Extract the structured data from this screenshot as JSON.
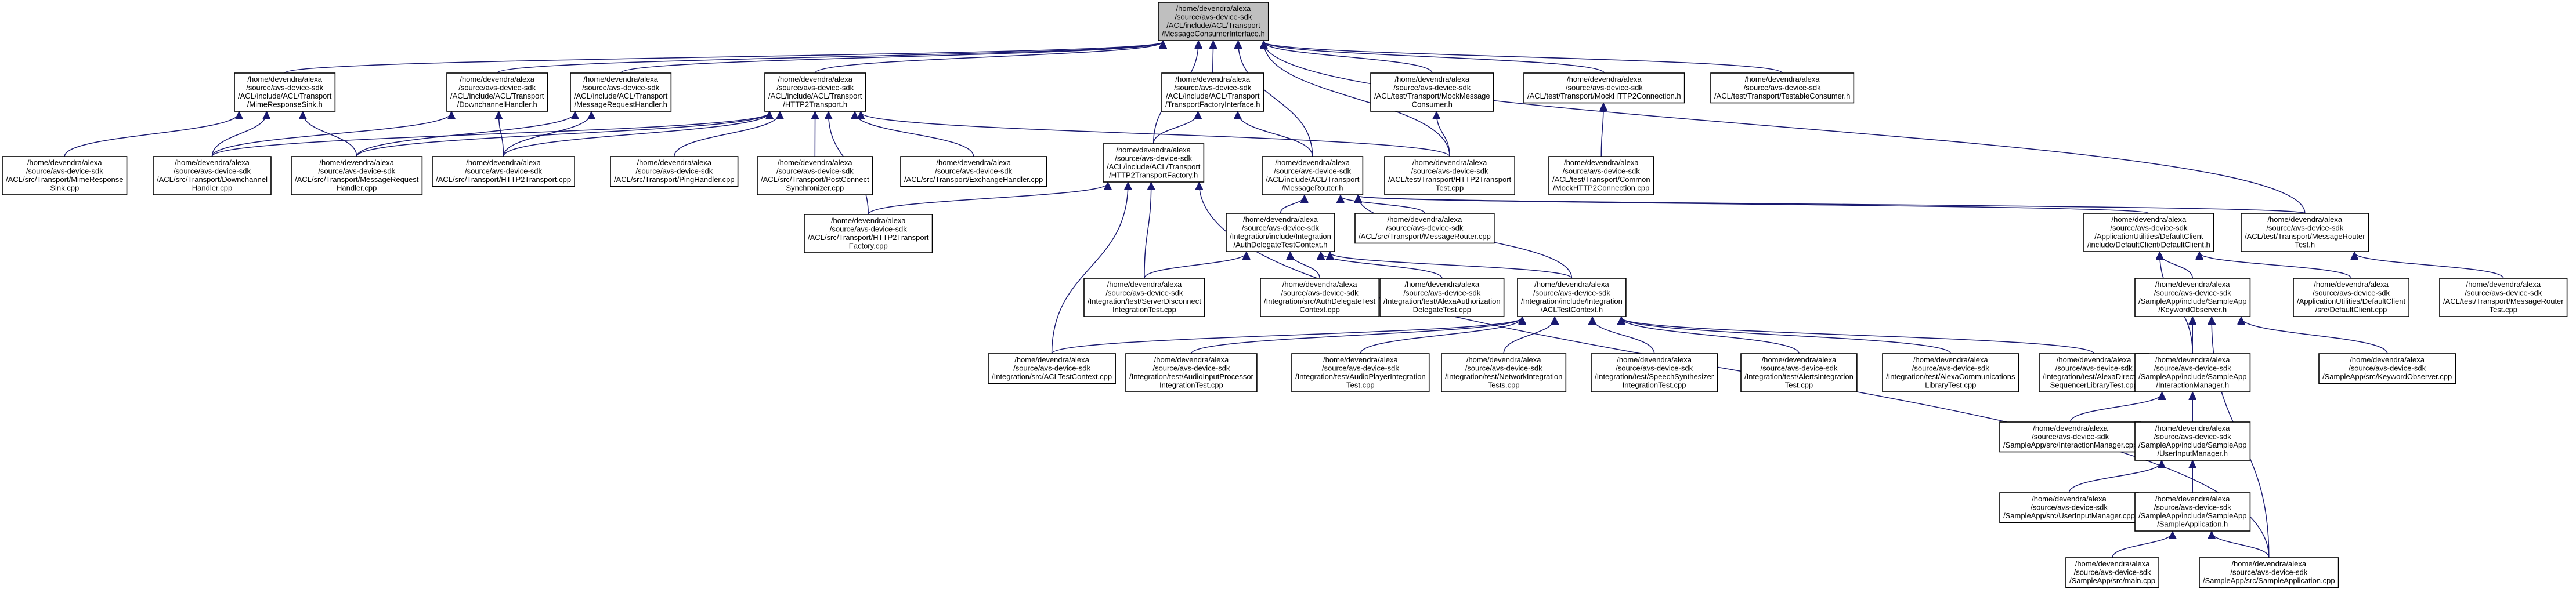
{
  "graph": {
    "root": "root",
    "nodes": [
      {
        "id": "root",
        "lines": [
          "/home/devendra/alexa",
          "/source/avs-device-sdk",
          "/ACL/include/ACL/Transport",
          "/MessageConsumerInterface.h"
        ],
        "root": true
      },
      {
        "id": "mimeH",
        "lines": [
          "/home/devendra/alexa",
          "/source/avs-device-sdk",
          "/ACL/include/ACL/Transport",
          "/MimeResponseSink.h"
        ]
      },
      {
        "id": "downH",
        "lines": [
          "/home/devendra/alexa",
          "/source/avs-device-sdk",
          "/ACL/include/ACL/Transport",
          "/DownchannelHandler.h"
        ]
      },
      {
        "id": "mrhH",
        "lines": [
          "/home/devendra/alexa",
          "/source/avs-device-sdk",
          "/ACL/include/ACL/Transport",
          "/MessageRequestHandler.h"
        ]
      },
      {
        "id": "http2H",
        "lines": [
          "/home/devendra/alexa",
          "/source/avs-device-sdk",
          "/ACL/include/ACL/Transport",
          "/HTTP2Transport.h"
        ]
      },
      {
        "id": "tfiH",
        "lines": [
          "/home/devendra/alexa",
          "/source/avs-device-sdk",
          "/ACL/include/ACL/Transport",
          "/TransportFactoryInterface.h"
        ]
      },
      {
        "id": "mockMCH",
        "lines": [
          "/home/devendra/alexa",
          "/source/avs-device-sdk",
          "/ACL/test/Transport/MockMessage",
          "Consumer.h"
        ]
      },
      {
        "id": "mockH2CH",
        "lines": [
          "/home/devendra/alexa",
          "/source/avs-device-sdk",
          "/ACL/test/Transport/MockHTTP2Connection.h"
        ]
      },
      {
        "id": "testConsH",
        "lines": [
          "/home/devendra/alexa",
          "/source/avs-device-sdk",
          "/ACL/test/Transport/TestableConsumer.h"
        ]
      },
      {
        "id": "mimeCpp",
        "lines": [
          "/home/devendra/alexa",
          "/source/avs-device-sdk",
          "/ACL/src/Transport/MimeResponse",
          "Sink.cpp"
        ]
      },
      {
        "id": "downCpp",
        "lines": [
          "/home/devendra/alexa",
          "/source/avs-device-sdk",
          "/ACL/src/Transport/Downchannel",
          "Handler.cpp"
        ]
      },
      {
        "id": "mrhCpp",
        "lines": [
          "/home/devendra/alexa",
          "/source/avs-device-sdk",
          "/ACL/src/Transport/MessageRequest",
          "Handler.cpp"
        ]
      },
      {
        "id": "http2Cpp",
        "lines": [
          "/home/devendra/alexa",
          "/source/avs-device-sdk",
          "/ACL/src/Transport/HTTP2Transport.cpp"
        ]
      },
      {
        "id": "pingCpp",
        "lines": [
          "/home/devendra/alexa",
          "/source/avs-device-sdk",
          "/ACL/src/Transport/PingHandler.cpp"
        ]
      },
      {
        "id": "pcsCpp",
        "lines": [
          "/home/devendra/alexa",
          "/source/avs-device-sdk",
          "/ACL/src/Transport/PostConnect",
          "Synchronizer.cpp"
        ]
      },
      {
        "id": "exCpp",
        "lines": [
          "/home/devendra/alexa",
          "/source/avs-device-sdk",
          "/ACL/src/Transport/ExchangeHandler.cpp"
        ]
      },
      {
        "id": "h2tfH",
        "lines": [
          "/home/devendra/alexa",
          "/source/avs-device-sdk",
          "/ACL/include/ACL/Transport",
          "/HTTP2TransportFactory.h"
        ]
      },
      {
        "id": "mrH",
        "lines": [
          "/home/devendra/alexa",
          "/source/avs-device-sdk",
          "/ACL/include/ACL/Transport",
          "/MessageRouter.h"
        ]
      },
      {
        "id": "h2TestCpp",
        "lines": [
          "/home/devendra/alexa",
          "/source/avs-device-sdk",
          "/ACL/test/Transport/HTTP2Transport",
          "Test.cpp"
        ]
      },
      {
        "id": "mockConnCpp",
        "lines": [
          "/home/devendra/alexa",
          "/source/avs-device-sdk",
          "/ACL/test/Transport/Common",
          "/MockHTTP2Connection.cpp"
        ]
      },
      {
        "id": "h2tfCpp",
        "lines": [
          "/home/devendra/alexa",
          "/source/avs-device-sdk",
          "/ACL/src/Transport/HTTP2Transport",
          "Factory.cpp"
        ]
      },
      {
        "id": "adtcH",
        "lines": [
          "/home/devendra/alexa",
          "/source/avs-device-sdk",
          "/Integration/include/Integration",
          "/AuthDelegateTestContext.h"
        ]
      },
      {
        "id": "mrCpp",
        "lines": [
          "/home/devendra/alexa",
          "/source/avs-device-sdk",
          "/ACL/src/Transport/MessageRouter.cpp"
        ]
      },
      {
        "id": "dcH",
        "lines": [
          "/home/devendra/alexa",
          "/source/avs-device-sdk",
          "/ApplicationUtilities/DefaultClient",
          "/include/DefaultClient/DefaultClient.h"
        ]
      },
      {
        "id": "mrTestH",
        "lines": [
          "/home/devendra/alexa",
          "/source/avs-device-sdk",
          "/ACL/test/Transport/MessageRouter",
          "Test.h"
        ]
      },
      {
        "id": "sdiCpp",
        "lines": [
          "/home/devendra/alexa",
          "/source/avs-device-sdk",
          "/Integration/test/ServerDisconnect",
          "IntegrationTest.cpp"
        ]
      },
      {
        "id": "adtCpp",
        "lines": [
          "/home/devendra/alexa",
          "/source/avs-device-sdk",
          "/Integration/src/AuthDelegateTest",
          "Context.cpp"
        ]
      },
      {
        "id": "aadtCpp",
        "lines": [
          "/home/devendra/alexa",
          "/source/avs-device-sdk",
          "/Integration/test/AlexaAuthorization",
          "DelegateTest.cpp"
        ]
      },
      {
        "id": "acltcH",
        "lines": [
          "/home/devendra/alexa",
          "/source/avs-device-sdk",
          "/Integration/include/Integration",
          "/ACLTestContext.h"
        ]
      },
      {
        "id": "koH",
        "lines": [
          "/home/devendra/alexa",
          "/source/avs-device-sdk",
          "/SampleApp/include/SampleApp",
          "/KeywordObserver.h"
        ]
      },
      {
        "id": "dcCpp",
        "lines": [
          "/home/devendra/alexa",
          "/source/avs-device-sdk",
          "/ApplicationUtilities/DefaultClient",
          "/src/DefaultClient.cpp"
        ]
      },
      {
        "id": "mrTestCpp",
        "lines": [
          "/home/devendra/alexa",
          "/source/avs-device-sdk",
          "/ACL/test/Transport/MessageRouter",
          "Test.cpp"
        ]
      },
      {
        "id": "acltcCpp",
        "lines": [
          "/home/devendra/alexa",
          "/source/avs-device-sdk",
          "/Integration/src/ACLTestContext.cpp"
        ]
      },
      {
        "id": "apiCpp",
        "lines": [
          "/home/devendra/alexa",
          "/source/avs-device-sdk",
          "/Integration/test/AudioInputProcessor",
          "IntegrationTest.cpp"
        ]
      },
      {
        "id": "apCpp",
        "lines": [
          "/home/devendra/alexa",
          "/source/avs-device-sdk",
          "/Integration/test/AudioPlayerIntegration",
          "Test.cpp"
        ]
      },
      {
        "id": "netCpp",
        "lines": [
          "/home/devendra/alexa",
          "/source/avs-device-sdk",
          "/Integration/test/NetworkIntegration",
          "Tests.cpp"
        ]
      },
      {
        "id": "ssCpp",
        "lines": [
          "/home/devendra/alexa",
          "/source/avs-device-sdk",
          "/Integration/test/SpeechSynthesizer",
          "IntegrationTest.cpp"
        ]
      },
      {
        "id": "alCpp",
        "lines": [
          "/home/devendra/alexa",
          "/source/avs-device-sdk",
          "/Integration/test/AlertsIntegration",
          "Test.cpp"
        ]
      },
      {
        "id": "acomCpp",
        "lines": [
          "/home/devendra/alexa",
          "/source/avs-device-sdk",
          "/Integration/test/AlexaCommunications",
          "LibraryTest.cpp"
        ]
      },
      {
        "id": "adirCpp",
        "lines": [
          "/home/devendra/alexa",
          "/source/avs-device-sdk",
          "/Integration/test/AlexaDirective",
          "SequencerLibraryTest.cpp"
        ]
      },
      {
        "id": "imH",
        "lines": [
          "/home/devendra/alexa",
          "/source/avs-device-sdk",
          "/SampleApp/include/SampleApp",
          "/InteractionManager.h"
        ]
      },
      {
        "id": "koCpp",
        "lines": [
          "/home/devendra/alexa",
          "/source/avs-device-sdk",
          "/SampleApp/src/KeywordObserver.cpp"
        ]
      },
      {
        "id": "imCpp",
        "lines": [
          "/home/devendra/alexa",
          "/source/avs-device-sdk",
          "/SampleApp/src/InteractionManager.cpp"
        ]
      },
      {
        "id": "uimH",
        "lines": [
          "/home/devendra/alexa",
          "/source/avs-device-sdk",
          "/SampleApp/include/SampleApp",
          "/UserInputManager.h"
        ]
      },
      {
        "id": "uimCpp",
        "lines": [
          "/home/devendra/alexa",
          "/source/avs-device-sdk",
          "/SampleApp/src/UserInputManager.cpp"
        ]
      },
      {
        "id": "saH",
        "lines": [
          "/home/devendra/alexa",
          "/source/avs-device-sdk",
          "/SampleApp/include/SampleApp",
          "/SampleApplication.h"
        ]
      },
      {
        "id": "mainCpp",
        "lines": [
          "/home/devendra/alexa",
          "/source/avs-device-sdk",
          "/SampleApp/src/main.cpp"
        ]
      },
      {
        "id": "saCpp",
        "lines": [
          "/home/devendra/alexa",
          "/source/avs-device-sdk",
          "/SampleApp/src/SampleApplication.cpp"
        ]
      }
    ],
    "edges": [
      [
        "mimeH",
        "root"
      ],
      [
        "downH",
        "root"
      ],
      [
        "mrhH",
        "root"
      ],
      [
        "http2H",
        "root"
      ],
      [
        "tfiH",
        "root"
      ],
      [
        "mockMCH",
        "root"
      ],
      [
        "mockH2CH",
        "root"
      ],
      [
        "testConsH",
        "root"
      ],
      [
        "h2tfH",
        "root"
      ],
      [
        "mrH",
        "root"
      ],
      [
        "h2TestCpp",
        "root"
      ],
      [
        "mrTestH",
        "root"
      ],
      [
        "mimeCpp",
        "mimeH"
      ],
      [
        "downCpp",
        "mimeH"
      ],
      [
        "mrhCpp",
        "mimeH"
      ],
      [
        "downCpp",
        "downH"
      ],
      [
        "http2Cpp",
        "downH"
      ],
      [
        "mrhCpp",
        "mrhH"
      ],
      [
        "http2Cpp",
        "mrhH"
      ],
      [
        "downCpp",
        "http2H"
      ],
      [
        "mrhCpp",
        "http2H"
      ],
      [
        "http2Cpp",
        "http2H"
      ],
      [
        "pingCpp",
        "http2H"
      ],
      [
        "pcsCpp",
        "http2H"
      ],
      [
        "exCpp",
        "http2H"
      ],
      [
        "h2tfCpp",
        "http2H"
      ],
      [
        "h2TestCpp",
        "http2H"
      ],
      [
        "h2tfH",
        "tfiH"
      ],
      [
        "mrH",
        "tfiH"
      ],
      [
        "h2TestCpp",
        "mockMCH"
      ],
      [
        "mockConnCpp",
        "mockH2CH"
      ],
      [
        "h2tfCpp",
        "h2tfH"
      ],
      [
        "sdiCpp",
        "h2tfH"
      ],
      [
        "acltcCpp",
        "h2tfH"
      ],
      [
        "saCpp",
        "h2tfH"
      ],
      [
        "adtcH",
        "mrH"
      ],
      [
        "mrCpp",
        "mrH"
      ],
      [
        "dcH",
        "mrH"
      ],
      [
        "mrTestH",
        "mrH"
      ],
      [
        "acltcH",
        "mrH"
      ],
      [
        "sdiCpp",
        "adtcH"
      ],
      [
        "adtCpp",
        "adtcH"
      ],
      [
        "aadtCpp",
        "adtcH"
      ],
      [
        "acltcH",
        "adtcH"
      ],
      [
        "acltcCpp",
        "acltcH"
      ],
      [
        "apiCpp",
        "acltcH"
      ],
      [
        "apCpp",
        "acltcH"
      ],
      [
        "netCpp",
        "acltcH"
      ],
      [
        "ssCpp",
        "acltcH"
      ],
      [
        "alCpp",
        "acltcH"
      ],
      [
        "acomCpp",
        "acltcH"
      ],
      [
        "adirCpp",
        "acltcH"
      ],
      [
        "koH",
        "dcH"
      ],
      [
        "dcCpp",
        "dcH"
      ],
      [
        "imH",
        "dcH"
      ],
      [
        "mrTestCpp",
        "mrTestH"
      ],
      [
        "imH",
        "koH"
      ],
      [
        "koCpp",
        "koH"
      ],
      [
        "saCpp",
        "koH"
      ],
      [
        "imCpp",
        "imH"
      ],
      [
        "uimH",
        "imH"
      ],
      [
        "uimCpp",
        "uimH"
      ],
      [
        "saH",
        "uimH"
      ],
      [
        "mainCpp",
        "saH"
      ],
      [
        "saCpp",
        "saH"
      ]
    ]
  }
}
